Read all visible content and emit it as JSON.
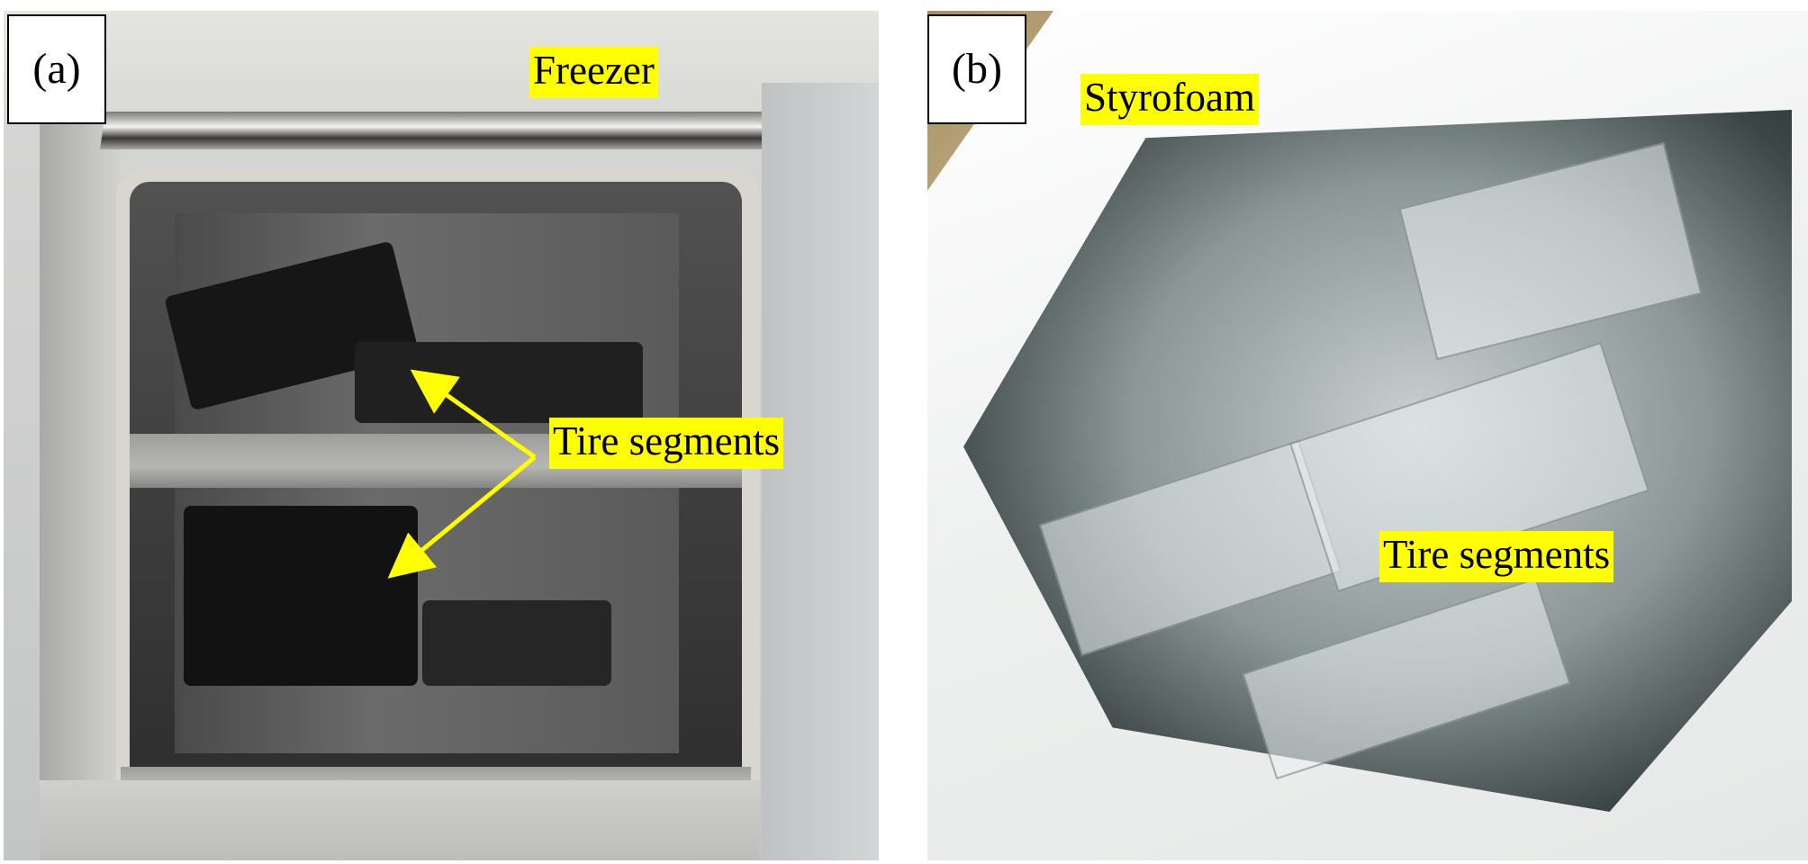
{
  "figure": {
    "panels": [
      {
        "id": "a",
        "label": "(a)",
        "description": "Tire segments stored on shelves inside an upright laboratory freezer",
        "annotations": {
          "title": "Freezer",
          "pointer": "Tire segments"
        },
        "highlight_color": "#ffff00",
        "arrow_color": "#ffff00"
      },
      {
        "id": "b",
        "label": "(b)",
        "description": "Frozen tire segments packed inside a Styrofoam box",
        "annotations": {
          "title": "Styrofoam",
          "pointer": "Tire segments"
        },
        "highlight_color": "#ffff00"
      }
    ]
  }
}
